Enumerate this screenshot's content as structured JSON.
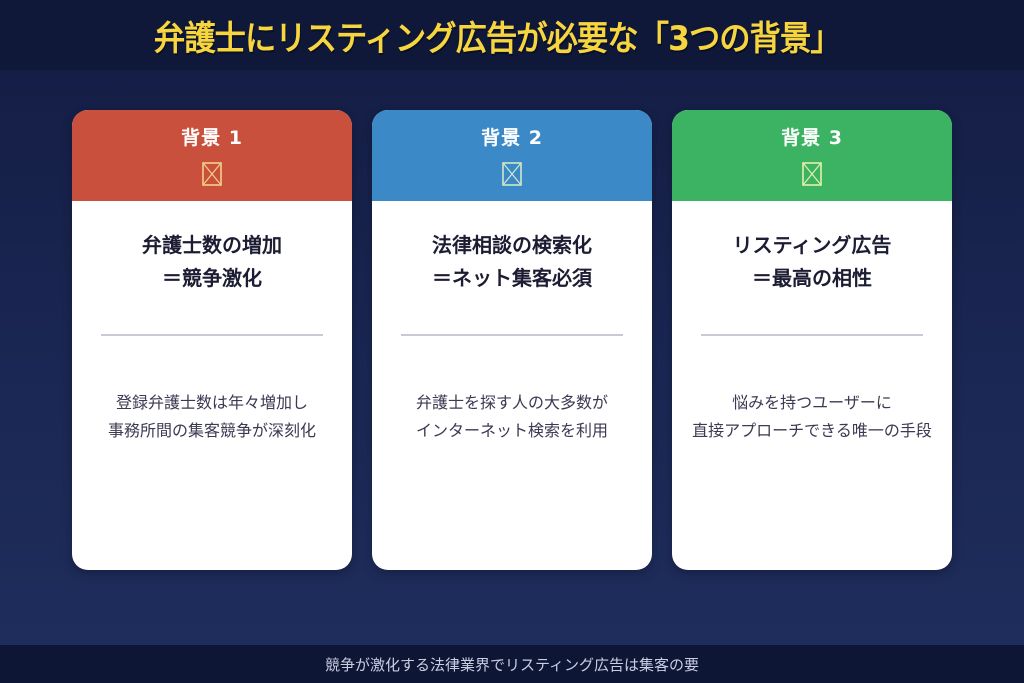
{
  "header": {
    "title": "弁護士にリスティング広告が必要な「3つの背景」",
    "title_color": "#f7d53f",
    "background": "#0f1838"
  },
  "cards": [
    {
      "label": "背景 1",
      "icon": "broken-image-icon",
      "header_color": "#c9503c",
      "icon_color": "#f2d08a",
      "heading_line1": "弁護士数の増加",
      "heading_line2": "＝競争激化",
      "desc_line1": "登録弁護士数は年々増加し",
      "desc_line2": "事務所間の集客競争が深刻化"
    },
    {
      "label": "背景 2",
      "icon": "broken-image-icon",
      "header_color": "#3b8ac7",
      "icon_color": "#cfe8c8",
      "heading_line1": "法律相談の検索化",
      "heading_line2": "＝ネット集客必須",
      "desc_line1": "弁護士を探す人の大多数が",
      "desc_line2": "インターネット検索を利用"
    },
    {
      "label": "背景 3",
      "icon": "broken-image-icon",
      "header_color": "#3cb362",
      "icon_color": "#e3f0a8",
      "heading_line1": "リスティング広告",
      "heading_line2": "＝最高の相性",
      "desc_line1": "悩みを持つユーザーに",
      "desc_line2": "直接アプローチできる唯一の手段"
    }
  ],
  "footer": {
    "text": "競争が激化する法律業界でリスティング広告は集客の要"
  }
}
